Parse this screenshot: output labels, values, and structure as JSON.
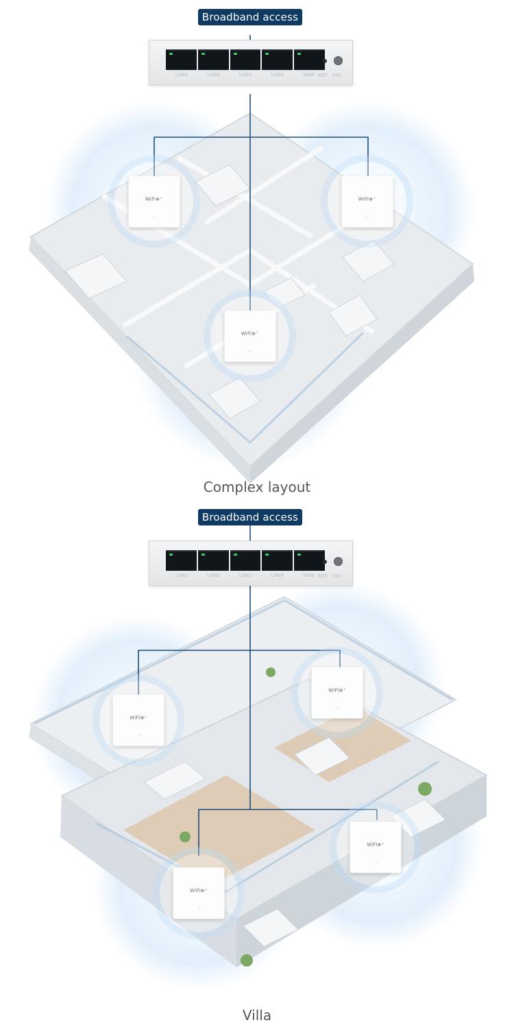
{
  "sections": [
    {
      "badge": "Broadband access",
      "caption": "Complex layout",
      "ports": [
        "LAN1",
        "LAN2",
        "LAN3",
        "LAN4",
        "WAN"
      ],
      "switch_labels": [
        "RST",
        "SYS"
      ],
      "access_points": [
        {
          "logo": "WiFi⊕⁺"
        },
        {
          "logo": "WiFi⊕⁺"
        },
        {
          "logo": "WiFi⊕⁺"
        }
      ]
    },
    {
      "badge": "Broadband access",
      "caption": "Villa",
      "ports": [
        "LAN1",
        "LAN2",
        "LAN3",
        "LAN4",
        "WAN"
      ],
      "switch_labels": [
        "RST",
        "SYS"
      ],
      "access_points": [
        {
          "logo": "WiFi⊕⁺"
        },
        {
          "logo": "WiFi⊕⁺"
        },
        {
          "logo": "WiFi⊕⁺"
        },
        {
          "logo": "WiFi⊕⁺"
        }
      ]
    }
  ],
  "colors": {
    "badge": "#0f3b63",
    "wire": "#1d4c7c",
    "coverage": "#cfe6fa",
    "floor": "#eef0f2",
    "wall": "#f7f8f9"
  }
}
